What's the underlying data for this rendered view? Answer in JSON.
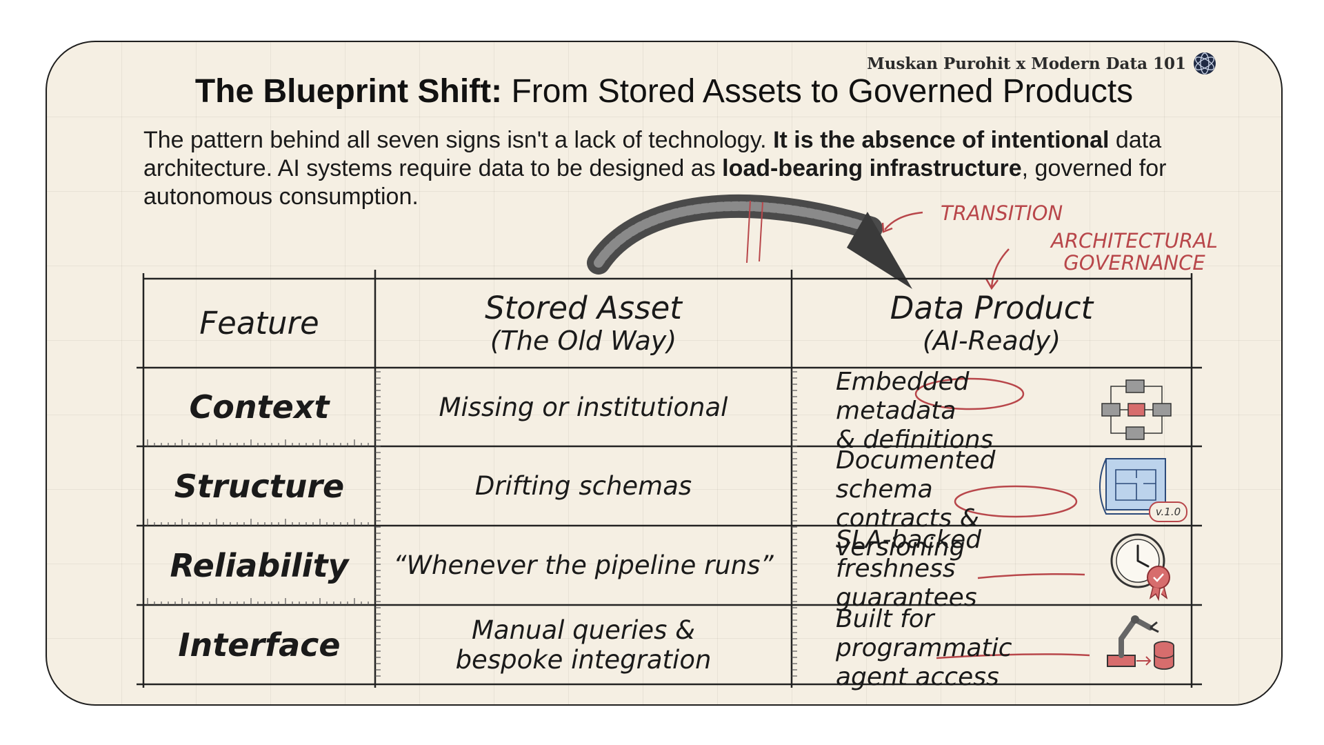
{
  "credit": "Muskan Purohit x Modern Data 101",
  "title": {
    "bold": "The Blueprint Shift:",
    "rest": " From Stored Assets to Governed Products"
  },
  "intro": {
    "p1": "The pattern behind all seven signs isn't a lack of technology. ",
    "b1": "It is the absence of intentional",
    "p2": " data architecture. AI systems require data to be designed as ",
    "b2": "load-bearing infrastructure",
    "p3": ", governed for autonomous consumption."
  },
  "annotations": {
    "transition": "TRANSITION",
    "governance_line1": "ARCHITECTURAL",
    "governance_line2": "GOVERNANCE"
  },
  "table": {
    "headers": {
      "feature": "Feature",
      "old_main": "Stored Asset",
      "old_sub": "(The Old Way)",
      "new_main": "Data Product",
      "new_sub": "(AI-Ready)"
    },
    "rows": [
      {
        "feature": "Context",
        "old": "Missing or institutional",
        "new_1": "Embedded metadata",
        "new_2": "& definitions",
        "icon": "flowchart-icon"
      },
      {
        "feature": "Structure",
        "old": "Drifting schemas",
        "new_1": "Documented schema",
        "new_2": "contracts & versioning",
        "icon": "blueprint-icon",
        "badge": "v.1.0"
      },
      {
        "feature": "Reliability",
        "old": "“Whenever the pipeline runs”",
        "new_1": "SLA-backed freshness",
        "new_2": "guarantees",
        "icon": "clock-award-icon"
      },
      {
        "feature": "Interface",
        "old": "Manual queries & bespoke integration",
        "new_1": "Built for programmatic",
        "new_2": "agent access",
        "icon": "robot-arm-database-icon"
      }
    ]
  },
  "colors": {
    "paper": "#f5efe3",
    "ink": "#1a1a1a",
    "accent": "#b8464a"
  }
}
